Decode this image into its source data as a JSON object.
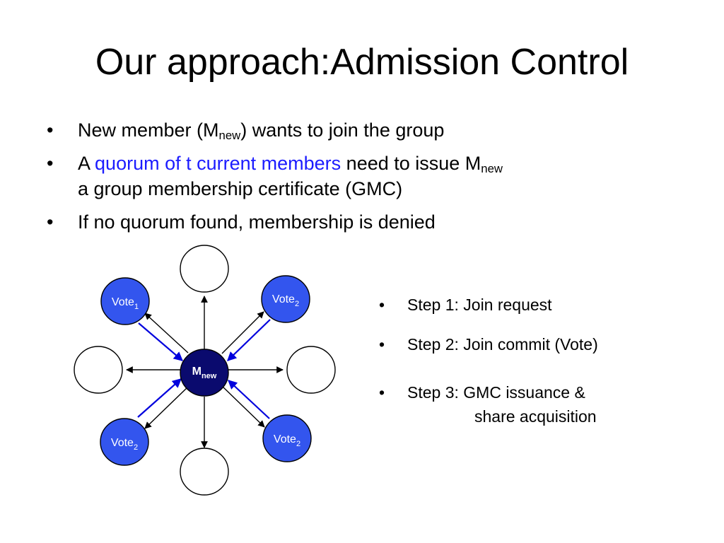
{
  "title": "Our approach:Admission Control",
  "bullets": [
    {
      "pre": "New member (M",
      "sub": "new",
      "post": ") wants to join the group"
    },
    {
      "pre": "A ",
      "highlight": "quorum of t current members",
      "mid": " need to issue M",
      "sub": "new",
      "line2": "a group membership certificate (GMC)"
    },
    {
      "text": "If no quorum found, membership is denied"
    }
  ],
  "bullet_glyph": "•",
  "steps": [
    {
      "text": "Step 1: Join request"
    },
    {
      "text": "Step 2: Join commit (Vote)"
    },
    {
      "text": "Step 3: GMC issuance &",
      "cont": "share acquisition"
    }
  ],
  "diagram": {
    "center": {
      "label": "M",
      "sub": "new"
    },
    "votes": [
      {
        "label": "Vote",
        "sub": "1"
      },
      {
        "label": "Vote",
        "sub": "2"
      },
      {
        "label": "Vote",
        "sub": "2"
      },
      {
        "label": "Vote",
        "sub": "2"
      }
    ]
  },
  "colors": {
    "highlight_text": "#1c1cff",
    "vote_fill": "#3355ee",
    "center_fill": "#0a0a6e",
    "blue_arrow": "#0000dd",
    "node_stroke": "#000000"
  }
}
